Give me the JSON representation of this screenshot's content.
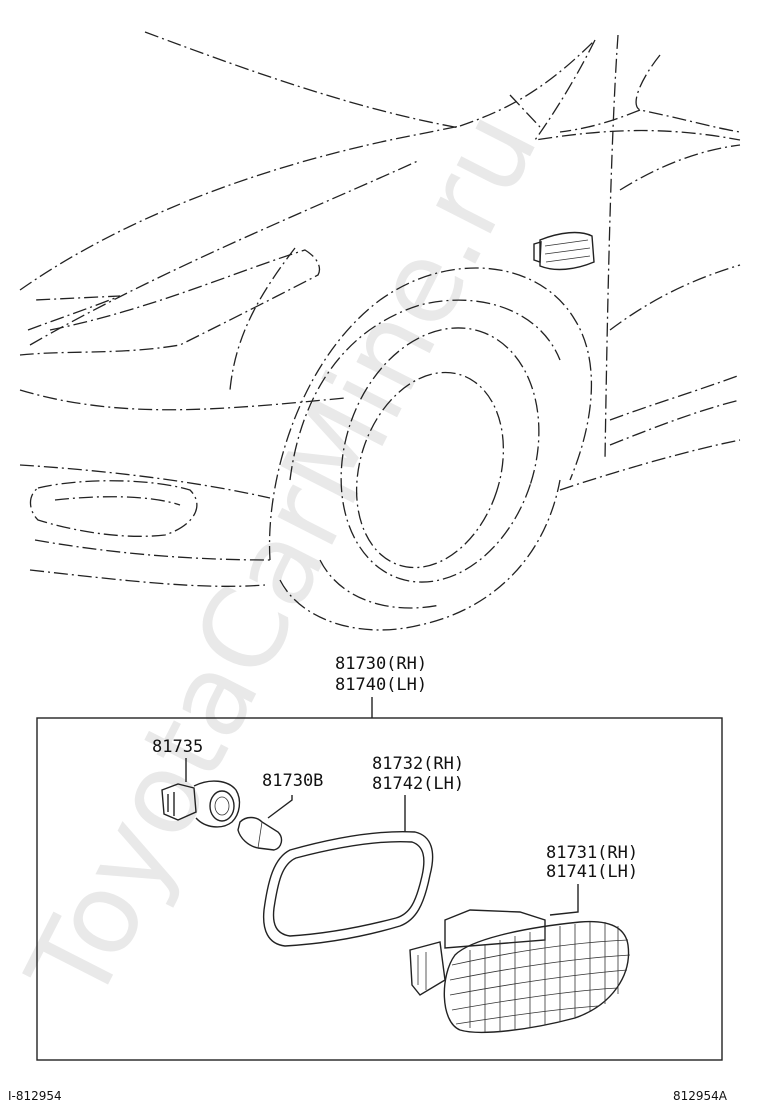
{
  "watermark": "ToyotaCarMine.ru",
  "assembly": {
    "line1": "81730(RH)",
    "line2": "81740(LH)"
  },
  "parts": [
    {
      "id": "socket",
      "lines": [
        "81735"
      ]
    },
    {
      "id": "bulb",
      "lines": [
        "81730B"
      ]
    },
    {
      "id": "gasket",
      "lines": [
        "81732(RH)",
        "81742(LH)"
      ]
    },
    {
      "id": "lens",
      "lines": [
        "81731(RH)",
        "81741(LH)"
      ]
    }
  ],
  "footer": {
    "left": "I-812954",
    "right": "812954A"
  }
}
